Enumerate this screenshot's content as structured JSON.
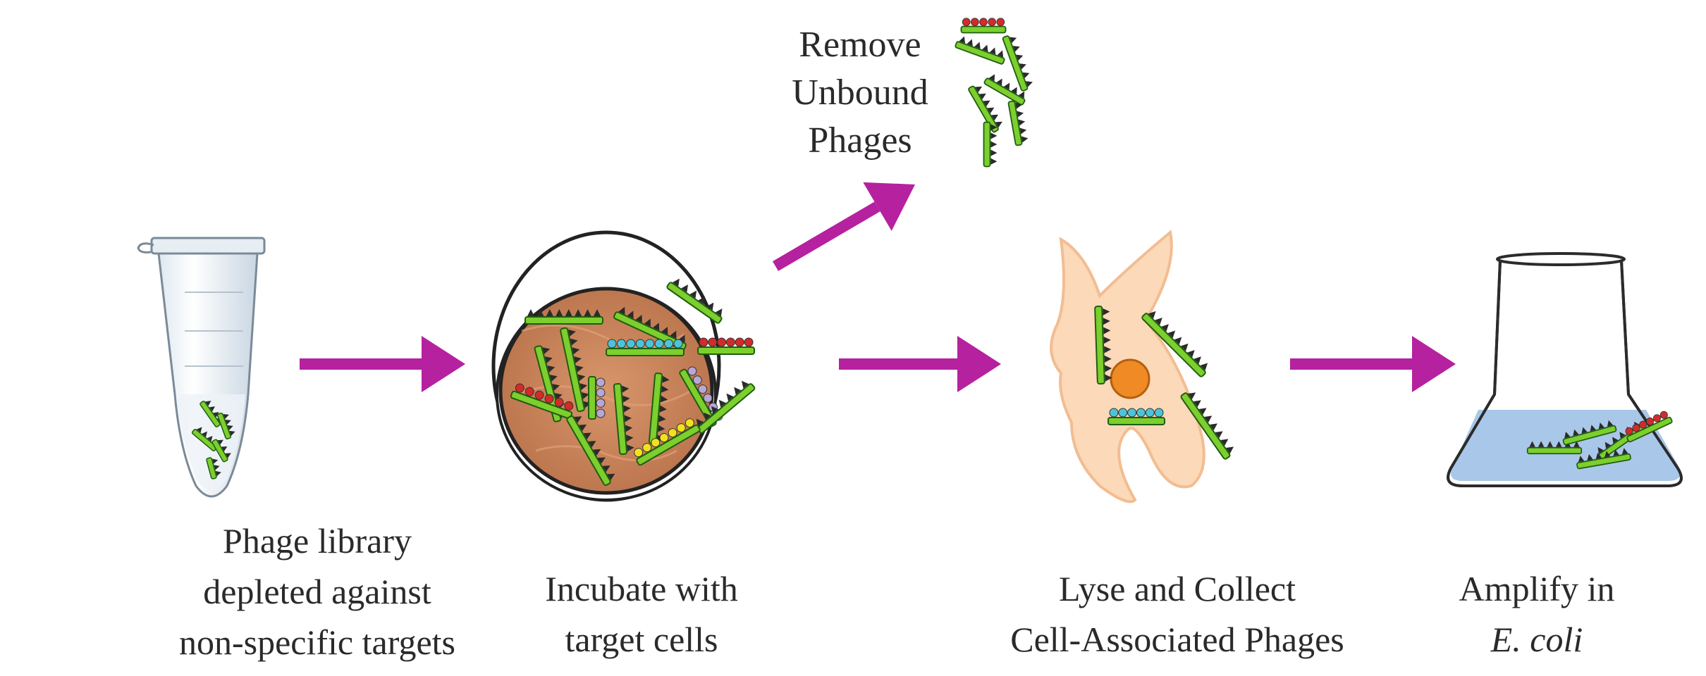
{
  "steps": [
    {
      "id": "library",
      "lines": [
        "Phage library",
        "depleted against",
        "non-specific targets"
      ]
    },
    {
      "id": "incubate",
      "lines": [
        "Incubate with",
        "target cells"
      ]
    },
    {
      "id": "lyse",
      "lines": [
        "Lyse and Collect",
        "Cell-Associated Phages"
      ]
    },
    {
      "id": "amplify",
      "lines": [
        "Amplify in",
        "E. coli"
      ]
    }
  ],
  "side_step": {
    "lines": [
      "Remove",
      "Unbound",
      "Phages"
    ]
  },
  "colors": {
    "arrow": "#b5219f",
    "phage_green": "#7ccf2c",
    "phage_outline": "#1f5c12",
    "spike_dark": "#2b2b2b",
    "spike_red": "#d42a2a",
    "spike_cyan": "#4cc4d8",
    "spike_yellow": "#f2e21a",
    "spike_purple": "#b7a6d6",
    "dish_fill": "#c8845a",
    "cell_fill": "#fcd9b8",
    "nucleus": "#f08a24",
    "flask_liquid": "#a9c7e8",
    "tube_liquid": "#e9f0f6"
  },
  "icons": [
    "tube-icon",
    "petri-dish-icon",
    "cell-icon",
    "flask-icon",
    "phage-icon",
    "arrow-icon"
  ]
}
